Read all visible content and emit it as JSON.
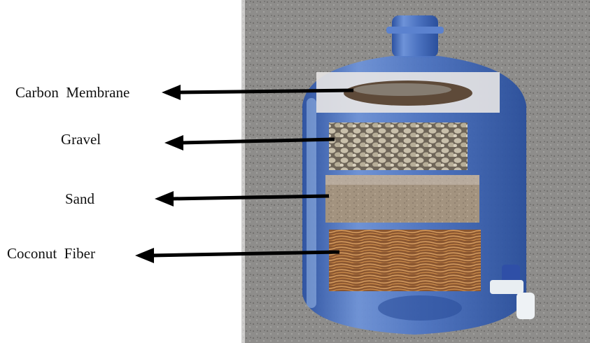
{
  "labels": {
    "carbon": "Carbon  Membrane",
    "gravel": "Gravel",
    "sand": "Sand",
    "coconut": "Coconut  Fiber"
  },
  "colors": {
    "bottle": "#3f68b6",
    "bottle_light": "#7fa3dd",
    "background": "#8a8987",
    "carbon": "#6f5a45",
    "gravel": "#b5ac98",
    "sand": "#9a8b78",
    "coconut": "#a8703f",
    "arrow": "#000000"
  },
  "icons": [
    "water-bottle-image",
    "tap-spigot"
  ]
}
